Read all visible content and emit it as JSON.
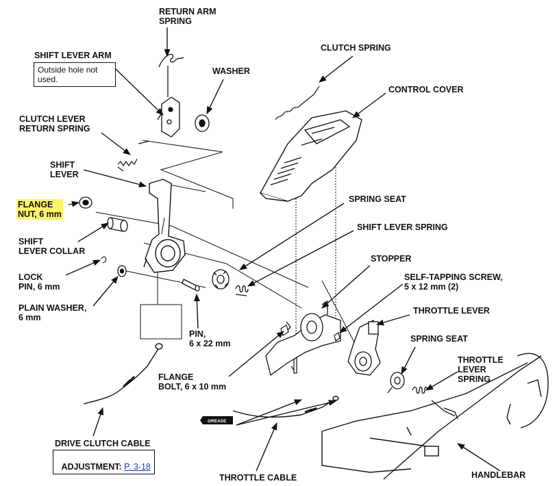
{
  "labels": {
    "return_arm_spring": "RETURN ARM\nSPRING",
    "shift_lever_arm": "SHIFT LEVER ARM",
    "shift_lever_arm_note": "Outside hole not\nused.",
    "washer": "WASHER",
    "clutch_spring": "CLUTCH SPRING",
    "control_cover": "CONTROL COVER",
    "clutch_lever_return_spring": "CLUTCH LEVER\nRETURN SPRING",
    "shift_lever": "SHIFT\nLEVER",
    "flange_nut": "FLANGE\nNUT, 6 mm",
    "shift_lever_collar": "SHIFT\nLEVER COLLAR",
    "lock_pin": "LOCK\nPIN, 6 mm",
    "plain_washer": "PLAIN WASHER,\n6 mm",
    "spring_seat_1": "SPRING SEAT",
    "shift_lever_spring": "SHIFT LEVER SPRING",
    "stopper": "STOPPER",
    "self_tapping_screw": "SELF-TAPPING SCREW,\n5 x 12 mm (2)",
    "throttle_lever": "THROTTLE LEVER",
    "spring_seat_2": "SPRING SEAT",
    "throttle_lever_spring": "THROTTLE\nLEVER\nSPRING",
    "pin": "PIN,\n6 x 22 mm",
    "flange_bolt": "FLANGE\nBOLT, 6 x 10 mm",
    "drive_clutch_cable": "DRIVE CLUTCH CABLE",
    "adjustment_prefix": "ADJUSTMENT: ",
    "adjustment_link": "P. 3-18",
    "throttle_cable": "THROTTLE CABLE",
    "handlebar": "HANDLEBAR",
    "grease": "GREASE"
  },
  "colors": {
    "ink": "#111111",
    "highlight": "#fff36b",
    "link": "#1a3fb0"
  }
}
